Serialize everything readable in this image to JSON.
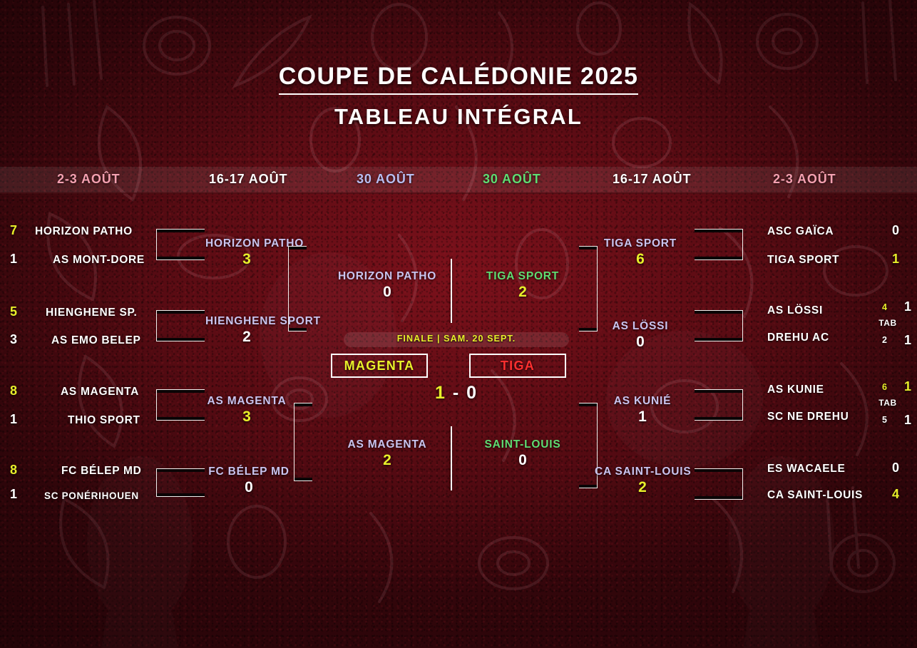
{
  "header": {
    "title": "COUPE DE CALÉDONIE 2025",
    "subtitle": "TABLEAU INTÉGRAL"
  },
  "colors": {
    "winner": "#e8ef2a",
    "loser": "#ffffff",
    "advanced_name": "#c9c4ef",
    "green_side": "#5fdc72",
    "pink_date": "#f4a0b0",
    "blue_date": "#b9bdf0",
    "final_left": "#e8ef2a",
    "final_right": "#ff2f2f",
    "background": "#6e0d16"
  },
  "date_headers": [
    {
      "label": "2-3 AOÛT",
      "color": "#f4a0b0"
    },
    {
      "label": "16-17 AOÛT",
      "color": "#ffffff"
    },
    {
      "label": "30 AOÛT",
      "color": "#b9bdf0"
    },
    {
      "label": "30 AOÛT",
      "color": "#5fdc72"
    },
    {
      "label": "16-17 AOÛT",
      "color": "#ffffff"
    },
    {
      "label": "2-3 AOÛT",
      "color": "#f4a0b0"
    }
  ],
  "left": {
    "round1": [
      {
        "top": {
          "team": "HORIZON PATHO",
          "score": "7",
          "winner": true
        },
        "bot": {
          "team": "AS MONT-DORE",
          "score": "1",
          "winner": false
        }
      },
      {
        "top": {
          "team": "HIENGHENE SP.",
          "score": "5",
          "winner": true
        },
        "bot": {
          "team": "AS EMO BELEP",
          "score": "3",
          "winner": false
        }
      },
      {
        "top": {
          "team": "AS MAGENTA",
          "score": "8",
          "winner": true
        },
        "bot": {
          "team": "THIO SPORT",
          "score": "1",
          "winner": false
        }
      },
      {
        "top": {
          "team": "FC BÉLEP MD",
          "score": "8",
          "winner": true
        },
        "bot": {
          "team": "SC PONÉRIHOUEN",
          "score": "1",
          "winner": false
        }
      }
    ],
    "round2": [
      {
        "name": "HORIZON PATHO",
        "score": "3",
        "winner": true
      },
      {
        "name": "HIENGHENE SPORT",
        "score": "2",
        "winner": false
      },
      {
        "name": "AS MAGENTA",
        "score": "3",
        "winner": true
      },
      {
        "name": "FC BÉLEP MD",
        "score": "0",
        "winner": false
      }
    ],
    "semis": [
      {
        "name": "HORIZON PATHO",
        "score": "0",
        "winner": false
      },
      {
        "name": "AS MAGENTA",
        "score": "2",
        "winner": true
      }
    ]
  },
  "right": {
    "round1": [
      {
        "top": {
          "team": "ASC GAÏCA",
          "score": "0",
          "winner": false
        },
        "bot": {
          "team": "TIGA SPORT",
          "score": "1",
          "winner": true
        }
      },
      {
        "top": {
          "team": "AS LÖSSI",
          "score": "1",
          "winner": true,
          "pens": "4"
        },
        "bot": {
          "team": "DREHU AC",
          "score": "1",
          "winner": false,
          "pens": "2"
        },
        "shootout": "TAB"
      },
      {
        "top": {
          "team": "AS KUNIE",
          "score": "1",
          "winner": true,
          "pens": "6"
        },
        "bot": {
          "team": "SC NE DREHU",
          "score": "1",
          "winner": false,
          "pens": "5"
        },
        "shootout": "TAB"
      },
      {
        "top": {
          "team": "ES WACAELE",
          "score": "0",
          "winner": false
        },
        "bot": {
          "team": "CA SAINT-LOUIS",
          "score": "4",
          "winner": true
        }
      }
    ],
    "round2": [
      {
        "name": "TIGA SPORT",
        "score": "6",
        "winner": true
      },
      {
        "name": "AS LÖSSI",
        "score": "0",
        "winner": false
      },
      {
        "name": "AS KUNIÉ",
        "score": "1",
        "winner": false
      },
      {
        "name": "CA SAINT-LOUIS",
        "score": "2",
        "winner": true
      }
    ],
    "semis": [
      {
        "name": "TIGA SPORT",
        "score": "2",
        "winner": true
      },
      {
        "name": "SAINT-LOUIS",
        "score": "0",
        "winner": false
      }
    ]
  },
  "final": {
    "banner": "FINALE | SAM. 20 SEPT.",
    "left_team": "MAGENTA",
    "right_team": "TIGA",
    "left_score": "1",
    "right_score": "0",
    "separator": "-"
  }
}
